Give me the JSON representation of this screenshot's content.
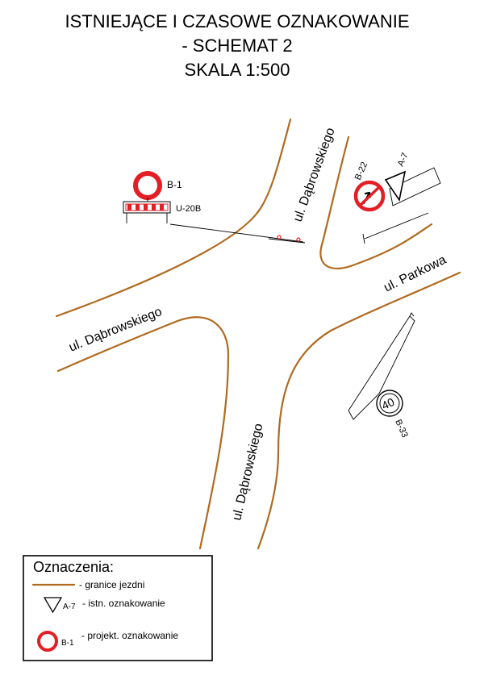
{
  "title": {
    "line1": "ISTNIEJĄCE I CZASOWE OZNAKOWANIE",
    "line2": "- SCHEMAT 2",
    "line3": "SKALA 1:500"
  },
  "streets": {
    "dabrowskiego_north": "ul. Dąbrowskiego",
    "dabrowskiego_west": "ul. Dąbrowskiego",
    "dabrowskiego_south": "ul. Dąbrowskiego",
    "parkowa": "ul. Parkowa"
  },
  "signs": {
    "b1": "B-1",
    "u20b": "U-20B",
    "b22": "B-22",
    "a7": "A-7",
    "b33": "B-33",
    "b33_value": "40"
  },
  "legend": {
    "title": "Oznaczenia:",
    "road_label": "- granice jezdni",
    "existing_code": "A-7",
    "existing_label": "- istn. oznakowanie",
    "project_code": "B-1",
    "project_label": "- projekt. oznakowanie"
  },
  "colors": {
    "road": "#b06a1f",
    "sign_red": "#e31e24",
    "outline": "#000000"
  }
}
